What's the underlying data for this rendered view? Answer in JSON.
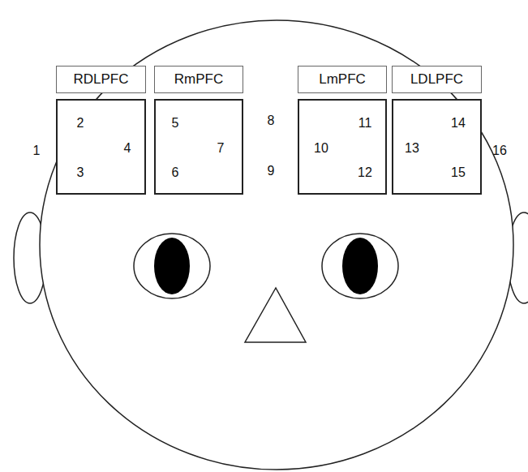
{
  "diagram": {
    "nodes": [
      {
        "text": [
          "RDLPFC"
        ]
      },
      {
        "text": [
          "RmPFC"
        ]
      },
      {
        "text": [
          "LmPFC"
        ]
      },
      {
        "text": [
          "LDLPFC"
        ]
      },
      {
        "text": [
          "2",
          "4",
          "3"
        ]
      },
      {
        "text": [
          "5",
          "7",
          "6"
        ]
      },
      {
        "text": [
          "11",
          "10",
          "12"
        ]
      },
      {
        "text": [
          "14",
          "13",
          "15"
        ]
      }
    ],
    "labels": [
      "1",
      "8",
      "9",
      "16"
    ]
  }
}
